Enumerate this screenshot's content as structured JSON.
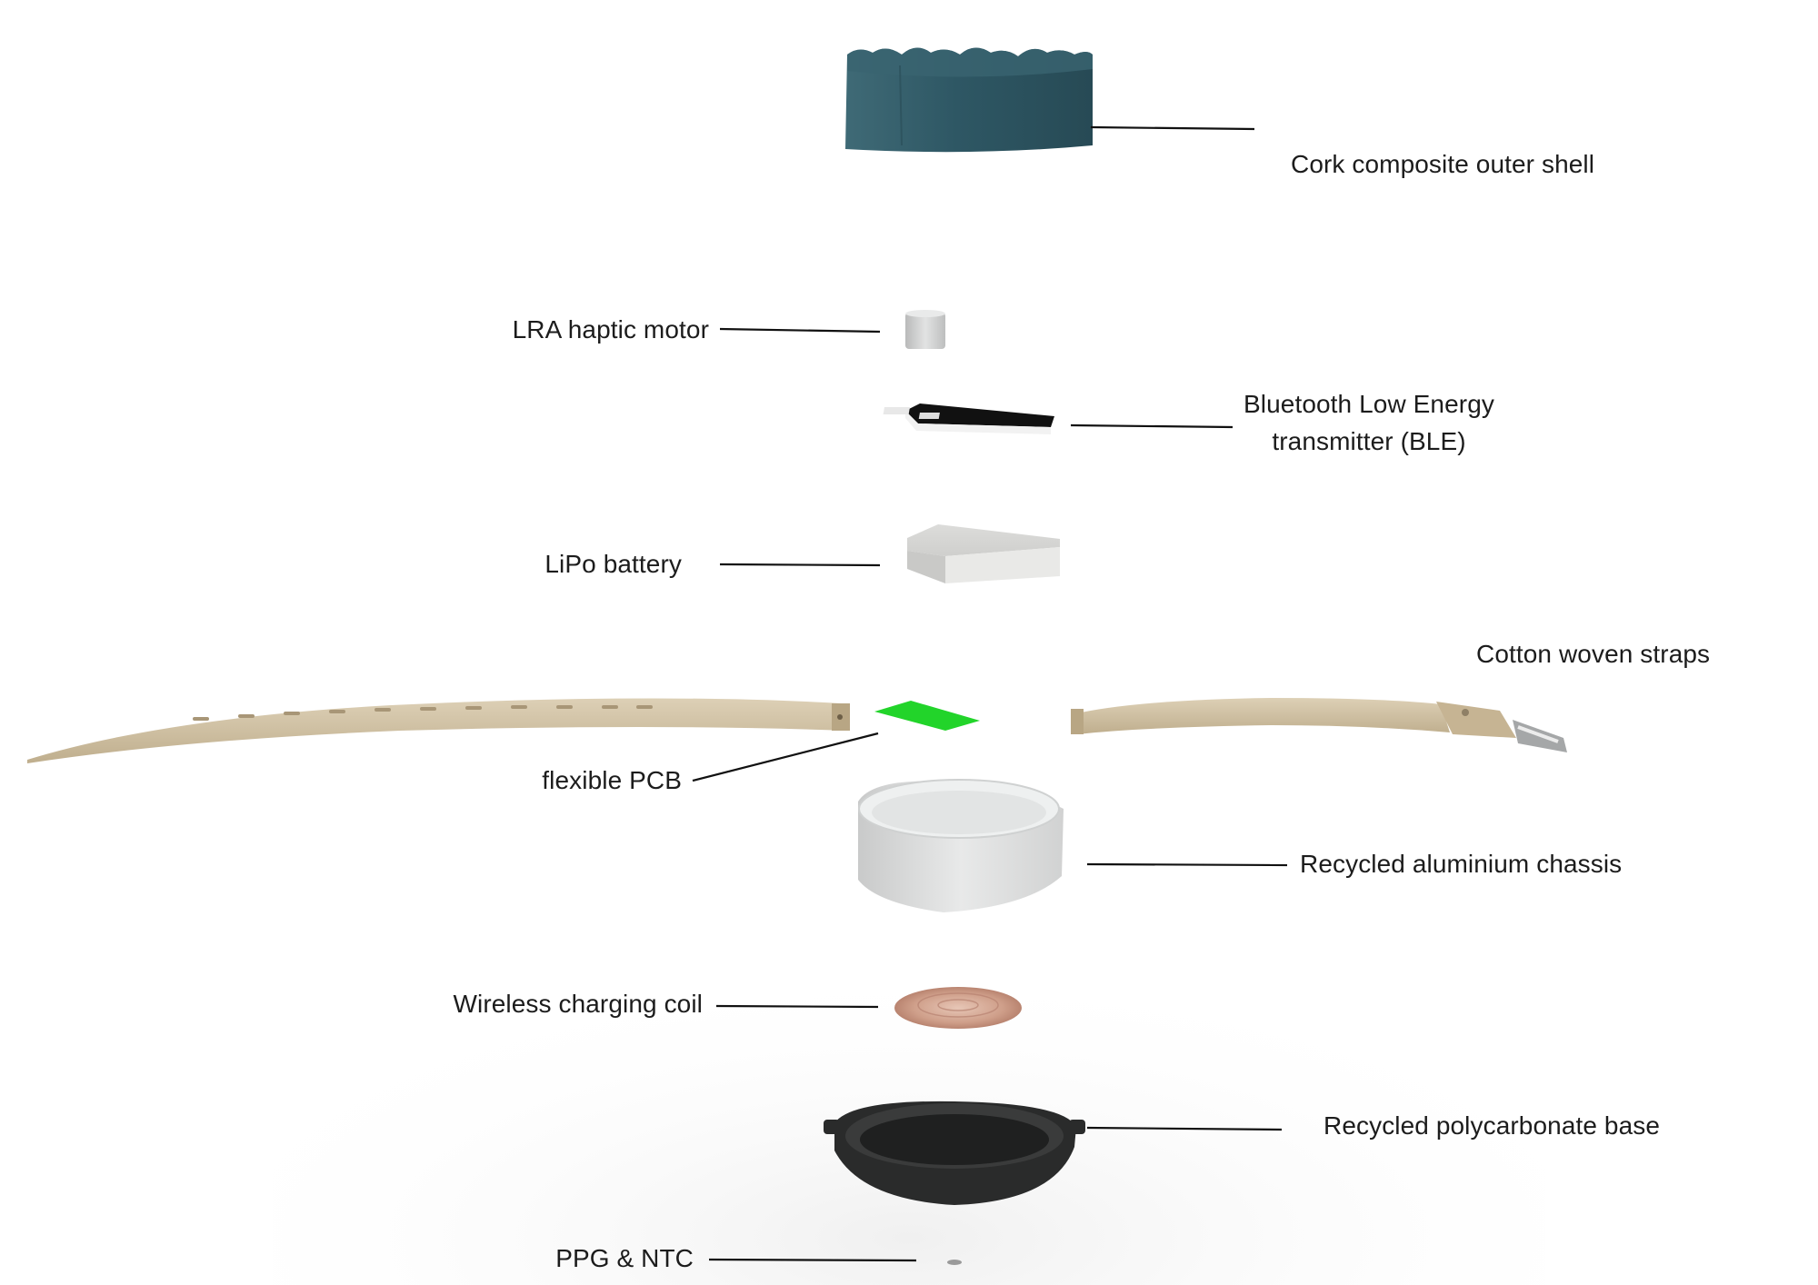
{
  "diagram": {
    "components": [
      {
        "id": "shell",
        "label": "Cork composite outer shell",
        "material_color": "#2f5965"
      },
      {
        "id": "motor",
        "label": "LRA haptic motor",
        "material_color": "#cfd0d0"
      },
      {
        "id": "ble",
        "label_line1": "Bluetooth Low Energy",
        "label_line2": "transmitter (BLE)",
        "material_color": "#141414"
      },
      {
        "id": "battery",
        "label": "LiPo battery",
        "material_color": "#e4e4e2"
      },
      {
        "id": "straps",
        "label": "Cotton woven straps",
        "material_color": "#cbb99a"
      },
      {
        "id": "pcb",
        "label": "flexible PCB",
        "material_color": "#22d42a"
      },
      {
        "id": "chassis",
        "label": "Recycled aluminium chassis",
        "material_color": "#d9dada"
      },
      {
        "id": "coil",
        "label": "Wireless charging coil",
        "material_color": "#c79480"
      },
      {
        "id": "base",
        "label": "Recycled polycarbonate base",
        "material_color": "#2a2b2b"
      },
      {
        "id": "sensor",
        "label": "PPG & NTC",
        "material_color": "#9a9a9a"
      }
    ]
  }
}
